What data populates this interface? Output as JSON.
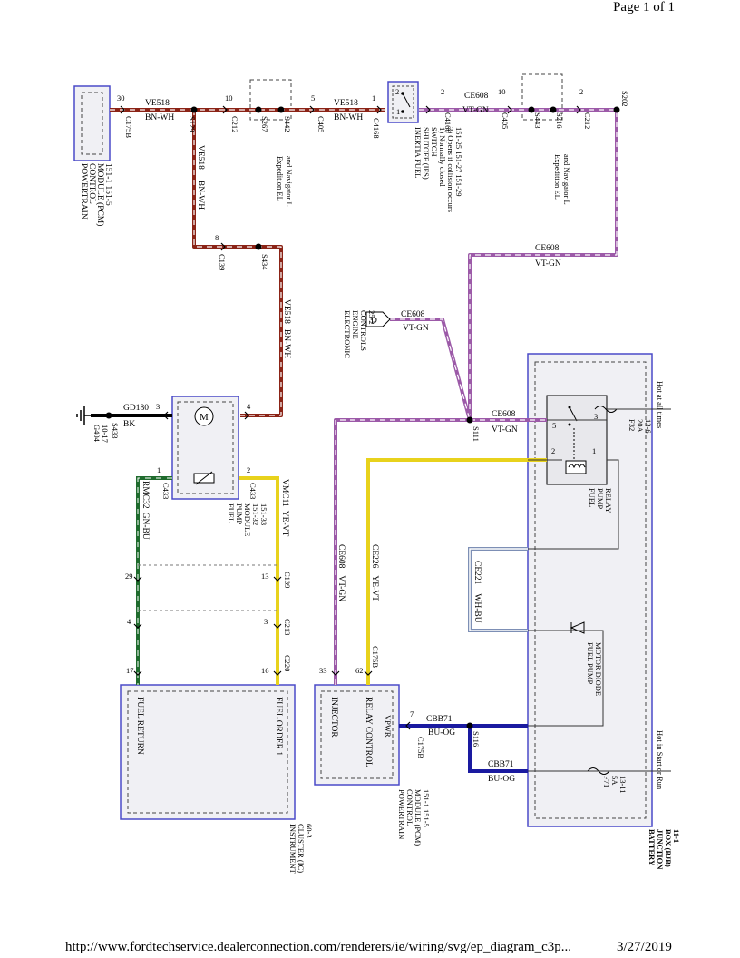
{
  "page": {
    "page_number": "Page 1 of 1"
  },
  "footer": {
    "url": "http://www.fordtechservice.dealerconnection.com/renderers/ie/wiring/svg/ep_diagram_c3p...",
    "date": "3/27/2019"
  },
  "colors": {
    "bn_wh_wire": "#8b2316",
    "vt_gn_wire": "#9c5aa8",
    "ye_vt_wire": "#e8d21c",
    "gn_bu_wire": "#1f6b2d",
    "bu_og_wire": "#1a1aa0",
    "wh_bu_wire": "#7d8fb5",
    "module_border": "#4a4ac8",
    "module_fill": "#f0f0f4"
  },
  "modules": {
    "pcm_top": {
      "lines": [
        "POWERTRAIN",
        "CONTROL",
        "MODULE (PCM)",
        "151-1   151-5"
      ]
    },
    "pcm_bottom": {
      "lines": [
        "POWERTRAIN",
        "CONTROL",
        "MODULE (PCM)",
        "151-1   151-5"
      ],
      "pin_vpwr": "VPWR",
      "pin_relay": "RELAY CONTROL",
      "pin_injector": "INJECTOR"
    },
    "ifs_switch": {
      "lines": [
        "INERTIA FUEL",
        "SHUTOFF (IFS)",
        "SWITCH",
        "1) Normally closed",
        "2) Opens if collision occurs",
        "151-25  151-27  151-29"
      ]
    },
    "fuel_pump_module": {
      "lines": [
        "FUEL",
        "PUMP",
        "MODULE",
        "151-32",
        "151-33"
      ]
    },
    "ic": {
      "lines": [
        "INSTRUMENT",
        "CLUSTER (IC)",
        "60-3"
      ],
      "pin_return": "FUEL RETURN",
      "pin_order": "FUEL ORDER 1"
    },
    "bjb": {
      "lines": [
        "BATTERY",
        "JUNCTION",
        "BOX (BJB)",
        "11-1"
      ],
      "hot_all": "Hot at all times",
      "hot_start": "Hot in Start or Run"
    },
    "relay": {
      "lines": [
        "FUEL",
        "PUMP",
        "RELAY"
      ]
    },
    "diode": {
      "lines": [
        "FUEL PUMP",
        "MOTOR DIODE"
      ]
    },
    "eec": {
      "lines": [
        "ELECTRONIC",
        "ENGINE",
        "CONTROLS",
        "25-2"
      ],
      "connector": "D"
    },
    "ground": {
      "lines": [
        "G404",
        "10-17"
      ]
    },
    "expedition_1": {
      "lines": [
        "Expedition EL",
        "and Navigator L"
      ]
    },
    "expedition_2": {
      "lines": [
        "Expedition EL",
        "and Navigator L"
      ]
    },
    "fuse_f32": {
      "lines": [
        "F32",
        "20A",
        "13-6"
      ]
    },
    "fuse_f71": {
      "lines": [
        "F71",
        "5A",
        "13-11"
      ]
    }
  },
  "wires": {
    "ve518": "VE518",
    "bn_wh": "BN-WH",
    "ce608": "CE608",
    "vt_gn": "VT-GN",
    "gd180": "GD180",
    "bk": "BK",
    "vmc11": "VMC11",
    "ye_vt": "YE-VT",
    "rmc32": "RMC32",
    "gn_bu": "GN-BU",
    "ce226": "CE226",
    "ce221": "CE221",
    "wh_bu": "WH-BU",
    "cbb71": "CBB71",
    "bu_og": "BU-OG"
  },
  "connectors": {
    "c175b": "C175B",
    "s129": "S129",
    "c212": "C212",
    "s267": "S267",
    "s442": "S442",
    "c405": "C405",
    "c4168": "C4168",
    "s443": "S443",
    "s216": "S216",
    "s202": "S202",
    "c139": "C139",
    "s434": "S434",
    "s433": "S433",
    "c433": "C433",
    "s111": "S111",
    "c213": "C213",
    "c220": "C220",
    "s116": "S116"
  },
  "pins": {
    "p30": "30",
    "p10": "10",
    "p5": "5",
    "p1": "1",
    "p2": "2",
    "p8": "8",
    "p3": "3",
    "p4": "4",
    "p29": "29",
    "p13": "13",
    "p17": "17",
    "p16": "16",
    "p33": "33",
    "p62": "62",
    "p7": "7"
  }
}
